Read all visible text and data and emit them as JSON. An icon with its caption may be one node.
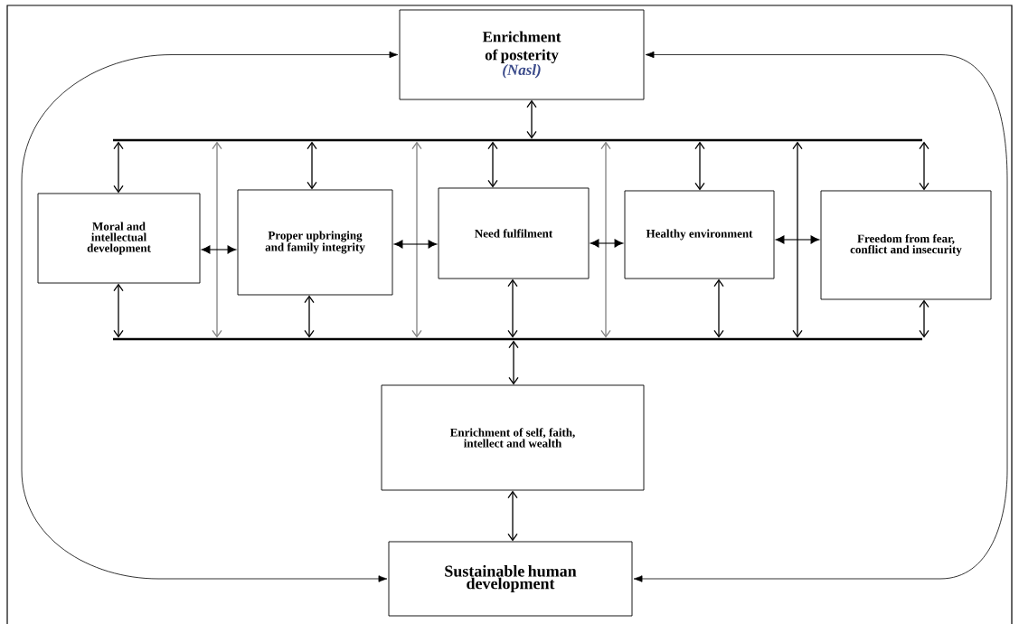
{
  "diagram": {
    "nodes": [
      {
        "text": [
          "Enrichment of posterity",
          "(Nasl)"
        ]
      },
      {
        "text": [
          "Moral and intellectual development"
        ]
      },
      {
        "text": [
          "Proper upbringing and family integrity"
        ]
      },
      {
        "text": [
          "Need fulfilment"
        ]
      },
      {
        "text": [
          "Healthy environment"
        ]
      },
      {
        "text": [
          "Freedom from fear, conflict and insecurity"
        ]
      },
      {
        "text": [
          "Enrichment of self, faith, intellect and wealth"
        ]
      },
      {
        "text": [
          "Sustainable human development"
        ]
      },
      {
        "text": [],
        "shape": "bar"
      },
      {
        "text": [],
        "shape": "bar"
      }
    ],
    "edges": [
      {
        "from": 0,
        "to": 8,
        "arrow": "both"
      },
      {
        "from": 8,
        "to": 1,
        "arrow": "both"
      },
      {
        "from": 8,
        "to": 2,
        "arrow": "both"
      },
      {
        "from": 8,
        "to": 3,
        "arrow": "both"
      },
      {
        "from": 8,
        "to": 4,
        "arrow": "both"
      },
      {
        "from": 8,
        "to": 5,
        "arrow": "both"
      },
      {
        "from": 1,
        "to": 9,
        "arrow": "both"
      },
      {
        "from": 2,
        "to": 9,
        "arrow": "both"
      },
      {
        "from": 3,
        "to": 9,
        "arrow": "both"
      },
      {
        "from": 4,
        "to": 9,
        "arrow": "both"
      },
      {
        "from": 5,
        "to": 9,
        "arrow": "both"
      },
      {
        "from": 8,
        "to": 9,
        "arrow": "both",
        "color": "#808080"
      },
      {
        "from": 8,
        "to": 9,
        "arrow": "both",
        "color": "#808080"
      },
      {
        "from": 8,
        "to": 9,
        "arrow": "both",
        "color": "#808080"
      },
      {
        "from": 8,
        "to": 9,
        "arrow": "both"
      },
      {
        "from": 1,
        "to": 2,
        "arrow": "both"
      },
      {
        "from": 2,
        "to": 3,
        "arrow": "both"
      },
      {
        "from": 3,
        "to": 4,
        "arrow": "both"
      },
      {
        "from": 4,
        "to": 5,
        "arrow": "both"
      },
      {
        "from": 9,
        "to": 6,
        "arrow": "both"
      },
      {
        "from": 6,
        "to": 7,
        "arrow": "both"
      },
      {
        "from": 7,
        "to": 0,
        "arrow": "both"
      },
      {
        "from": 7,
        "to": 0,
        "arrow": "both"
      }
    ]
  }
}
